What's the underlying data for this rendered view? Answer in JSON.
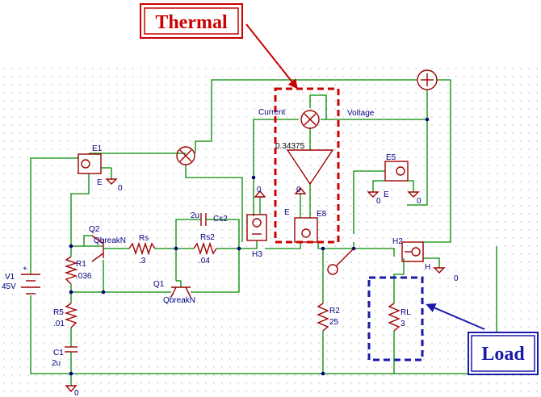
{
  "callouts": {
    "thermal": {
      "label": "Thermal",
      "color": "#cc0000"
    },
    "load": {
      "label": "Load",
      "color": "#1a1aa8"
    }
  },
  "labels": {
    "current": "Current",
    "voltage": "Voltage",
    "gain": "0.34375",
    "e1": "E1",
    "e1_sub": "E",
    "e1_gnd": "0",
    "e5": "E5",
    "e5_sub": "E",
    "e5_gnd1": "0",
    "e5_gnd2": "0",
    "e8": "E8",
    "e8_sub": "E",
    "e8_gnd": "0",
    "h3": "H3",
    "h3_gnd": "0",
    "h2": "H2",
    "h2_sub": "H",
    "h2_gnd": "0",
    "v1": "V1",
    "v1_val": "45V",
    "v1_plus": "+",
    "q2": "Q2",
    "q2_model": "QbreakN",
    "q1": "Q1",
    "q1_model": "QbreakN",
    "rs": "Rs",
    "rs_val": ".3",
    "rs2": "Rs2",
    "rs2_val": ".04",
    "cs2": "Cs2",
    "cs2_val": "2u",
    "r1": "R1",
    "r1_val": ".036",
    "r5": "R5",
    "r5_val": ".01",
    "c1": "C1",
    "c1_val": "2u",
    "r2": "R2",
    "r2_val": "25",
    "rl": "RL",
    "rl_val": "3",
    "gnd_main": "0"
  },
  "colors": {
    "wire": "#008a00",
    "component": "#a00000",
    "label": "#000080"
  }
}
